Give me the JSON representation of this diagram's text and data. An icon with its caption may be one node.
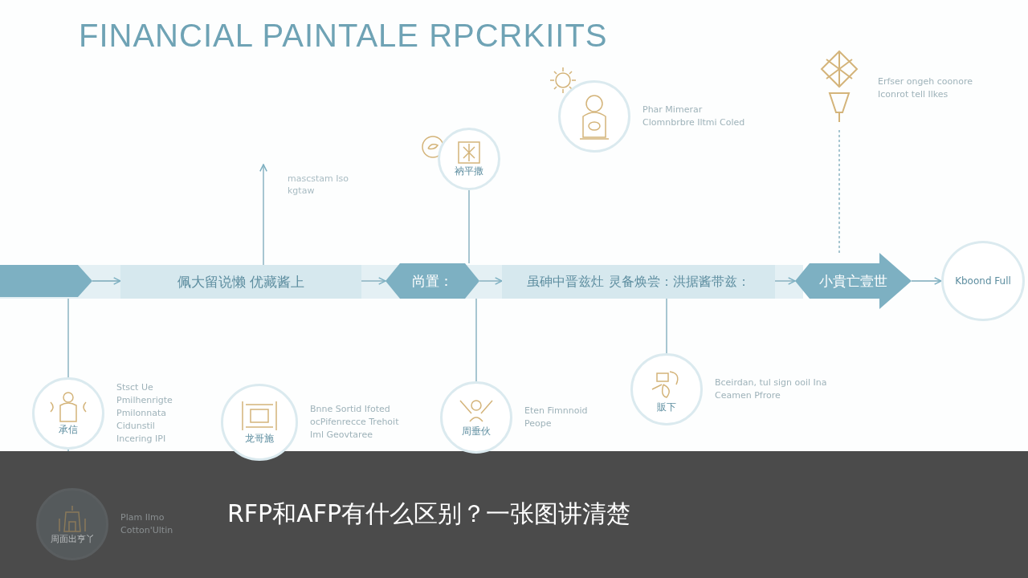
{
  "diagram": {
    "title": "FINANCIAL PAINTALE RPCRKIITS",
    "caption": "RFP和AFP有什么区别？一张图讲清楚",
    "nodes": [
      {
        "text": [],
        "shape": "arrow"
      },
      {
        "text": [
          "佩大留说懒 优藏酱上"
        ]
      },
      {
        "text": [
          "尚置："
        ]
      },
      {
        "text": [
          "虽砷中晋兹灶 灵备焕尝：洪据酱带兹："
        ]
      },
      {
        "text": [
          "小貴亡壹世"
        ]
      },
      {
        "text": [
          "Kboond Full"
        ]
      },
      {
        "text": [
          "衲平撒"
        ]
      },
      {
        "text": [],
        "shape": "circle",
        "beside": [
          "Phar Mimerar Clomnbrbre Iltmi Coled"
        ]
      },
      {
        "text": [],
        "shape": "picture",
        "beside": [
          "Erfser ongeh coonore Iconrot tell Ilkes"
        ]
      },
      {
        "text": [
          "承信"
        ],
        "beside": [
          "Stsct Ue Pmilhenrigte Pmilonnata Cidunstil Incering IPI"
        ]
      },
      {
        "text": [
          "龙哥施"
        ],
        "beside": [
          "Bnne Sortid Ifoted ocPifenrecce Trehoit Iml Geovtaree"
        ]
      },
      {
        "text": [
          "周垂伙"
        ],
        "beside": [
          "Eten Fimnnoid Peope"
        ]
      },
      {
        "text": [
          "販下"
        ],
        "beside": [
          "Bceirdan, tul sign ooil Ina Ceamen Pfrore"
        ]
      },
      {
        "text": [
          "周面出亨丫"
        ],
        "beside": [
          "Plam Ilmo Cotton'Ultin"
        ]
      }
    ],
    "edges": [
      {
        "from": 0,
        "to": 1,
        "arrow": "to"
      },
      {
        "from": 1,
        "to": 2,
        "arrow": "to"
      },
      {
        "from": 2,
        "to": 3,
        "arrow": "to"
      },
      {
        "from": 3,
        "to": 4,
        "arrow": "to"
      },
      {
        "from": 4,
        "to": 5,
        "arrow": "to"
      },
      {
        "from": 1,
        "to": null,
        "arrow": "to"
      },
      {
        "from": 0,
        "to": 9,
        "arrow": "none"
      },
      {
        "from": 9,
        "to": 13,
        "arrow": "none"
      },
      {
        "from": 2,
        "to": 6,
        "arrow": "none"
      },
      {
        "from": 2,
        "to": 11,
        "arrow": "none"
      },
      {
        "from": 3,
        "to": 12,
        "arrow": "none"
      },
      {
        "from": 4,
        "to": 8,
        "arrow": "none",
        "style": "dashed"
      }
    ],
    "labels": [
      "mascstam Iso kgtaw"
    ]
  }
}
